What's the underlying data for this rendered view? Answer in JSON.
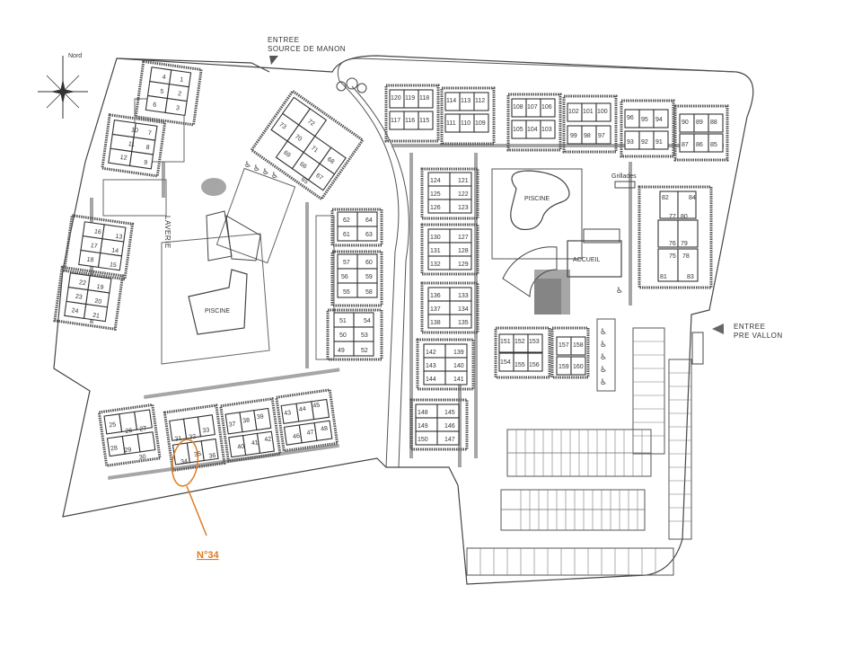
{
  "compass": {
    "label": "Nord"
  },
  "entrances": [
    {
      "id": "source-de-manon",
      "line1": "ENTREE",
      "line2": "SOURCE DE MANON"
    },
    {
      "id": "pre-vallon",
      "line1": "ENTREE",
      "line2": "PRE VALLON"
    }
  ],
  "facilities": {
    "piscine_main": "PISCINE",
    "piscine_west": "PISCINE",
    "accueil": "ACCUEIL",
    "grillades": "Grillades",
    "laverie": "LAVERIE"
  },
  "callout": {
    "label": "N°34",
    "unit": "34",
    "color": "#e07a1f"
  },
  "units": {
    "block_1_6": [
      "4",
      "1",
      "5",
      "2",
      "6",
      "3"
    ],
    "block_7_12": [
      "10",
      "7",
      "11",
      "8",
      "12",
      "9"
    ],
    "block_13_18": [
      "16",
      "13",
      "17",
      "14",
      "18",
      "15"
    ],
    "block_19_24": [
      "22",
      "19",
      "23",
      "20",
      "24",
      "21"
    ],
    "block_25_30": [
      "25",
      "26",
      "27",
      "28",
      "29",
      "30"
    ],
    "block_31_36": [
      "31",
      "32",
      "33",
      "34",
      "35",
      "36"
    ],
    "block_37_42": [
      "37",
      "38",
      "39",
      "40",
      "41",
      "42"
    ],
    "block_43_48": [
      "43",
      "44",
      "45",
      "46",
      "47",
      "48"
    ],
    "block_49_54": [
      "51",
      "54",
      "50",
      "53",
      "49",
      "52"
    ],
    "block_55_60": [
      "57",
      "60",
      "56",
      "59",
      "55",
      "58"
    ],
    "block_61_64": [
      "62",
      "64",
      "61",
      "63"
    ],
    "block_65_73": [
      "72",
      "73",
      "70",
      "71",
      "69",
      "68",
      "67",
      "66",
      "65"
    ],
    "block_74_84": [
      "82",
      "84",
      "77",
      "80",
      "76",
      "79",
      "75",
      "78",
      "81",
      "83"
    ],
    "block_85_90": [
      "90",
      "89",
      "88",
      "87",
      "86",
      "85"
    ],
    "block_91_96": [
      "96",
      "95",
      "94",
      "93",
      "92",
      "91"
    ],
    "block_97_102": [
      "102",
      "101",
      "100",
      "99",
      "98",
      "97"
    ],
    "block_103_108": [
      "108",
      "107",
      "106",
      "105",
      "104",
      "103"
    ],
    "block_109_114": [
      "114",
      "113",
      "112",
      "111",
      "110",
      "109"
    ],
    "block_115_120": [
      "120",
      "119",
      "118",
      "117",
      "116",
      "115"
    ],
    "block_121_126": [
      "124",
      "121",
      "125",
      "122",
      "126",
      "123"
    ],
    "block_127_132": [
      "130",
      "127",
      "131",
      "128",
      "132",
      "129"
    ],
    "block_133_138": [
      "136",
      "133",
      "137",
      "134",
      "138",
      "135"
    ],
    "block_139_144": [
      "142",
      "139",
      "143",
      "140",
      "144",
      "141"
    ],
    "block_145_150": [
      "148",
      "145",
      "149",
      "146",
      "150",
      "147"
    ],
    "block_151_156": [
      "151",
      "152",
      "153",
      "154",
      "155",
      "156"
    ],
    "block_157_160": [
      "157",
      "158",
      "159",
      "160"
    ]
  }
}
